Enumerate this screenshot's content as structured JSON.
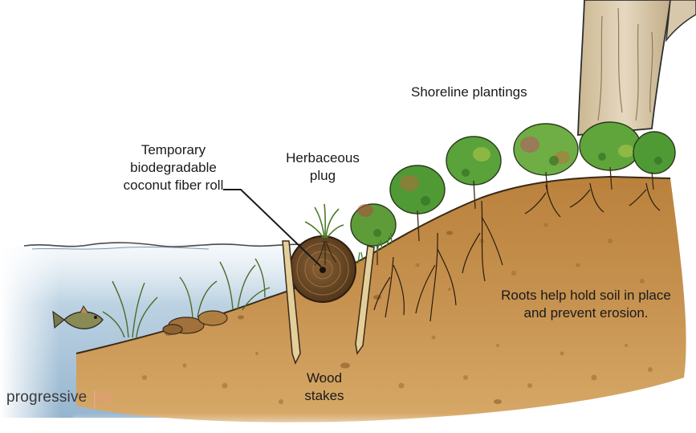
{
  "labels": {
    "shoreline": "Shoreline plantings",
    "coconut_roll": [
      "Temporary",
      "biodegradable",
      "coconut fiber roll"
    ],
    "herbaceous_plug": [
      "Herbaceous",
      "plug"
    ],
    "roots": [
      "Roots help hold soil in place",
      "and prevent erosion."
    ],
    "wood_stakes": [
      "Wood",
      "stakes"
    ]
  },
  "brand": {
    "name": "progressive",
    "suffix": "ae"
  },
  "colors": {
    "water": "#a9c4d8",
    "soil": "#c48f48",
    "soil_dark": "#8a5a24",
    "plant_green": "#4f9a35",
    "coir_roll": "#6b4a2a",
    "tree_trunk": "#d9c8ac",
    "brand_accent": "#e59a7e"
  }
}
